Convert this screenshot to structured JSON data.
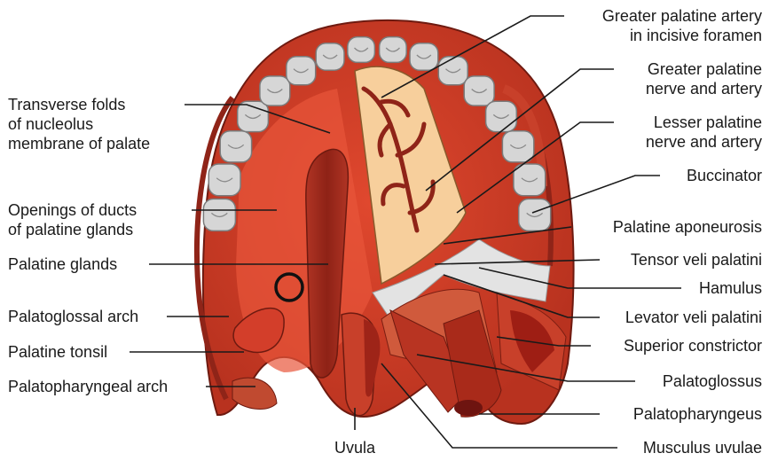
{
  "labels_left": [
    {
      "id": "transverse-folds",
      "lines": [
        "Transverse folds",
        "of nucleolus",
        "membrane of palate"
      ]
    },
    {
      "id": "openings-of-ducts",
      "lines": [
        "Openings of ducts",
        "of palatine glands"
      ]
    },
    {
      "id": "palatine-glands",
      "lines": [
        "Palatine glands"
      ]
    },
    {
      "id": "palatoglossal-arch",
      "lines": [
        "Palatoglossal arch"
      ]
    },
    {
      "id": "palatine-tonsil",
      "lines": [
        "Palatine tonsil"
      ]
    },
    {
      "id": "palatopharyngeal-arch",
      "lines": [
        "Palatopharyngeal arch"
      ]
    }
  ],
  "labels_right": [
    {
      "id": "greater-palatine-artery-incisive",
      "lines": [
        "Greater palatine artery",
        "in incisive foramen"
      ]
    },
    {
      "id": "greater-palatine-nerve-artery",
      "lines": [
        "Greater palatine",
        "nerve and artery"
      ]
    },
    {
      "id": "lesser-palatine-nerve-artery",
      "lines": [
        "Lesser palatine",
        "nerve and artery"
      ]
    },
    {
      "id": "buccinator",
      "lines": [
        "Buccinator"
      ]
    },
    {
      "id": "palatine-aponeurosis",
      "lines": [
        "Palatine aponeurosis"
      ]
    },
    {
      "id": "tensor-veli-palatini",
      "lines": [
        "Tensor veli palatini"
      ]
    },
    {
      "id": "hamulus",
      "lines": [
        "Hamulus"
      ]
    },
    {
      "id": "levator-veli-palatini",
      "lines": [
        "Levator veli palatini"
      ]
    },
    {
      "id": "superior-constrictor",
      "lines": [
        "Superior constrictor"
      ]
    },
    {
      "id": "palatoglossus",
      "lines": [
        "Palatoglossus"
      ]
    },
    {
      "id": "palatopharyngeus",
      "lines": [
        "Palatopharyngeus"
      ]
    },
    {
      "id": "musculus-uvulae",
      "lines": [
        "Musculus uvulae"
      ]
    }
  ],
  "labels_bottom": [
    {
      "id": "uvula",
      "lines": [
        "Uvula"
      ]
    }
  ],
  "colors": {
    "muscle": "#c8402a",
    "muscle_dark": "#8f2418",
    "gland": "#9c2a1c",
    "teeth": "#d6d6d6",
    "bone": "#f7cf9c",
    "aponeurosis": "#e3e3e3",
    "leader": "#1a1a1a"
  }
}
